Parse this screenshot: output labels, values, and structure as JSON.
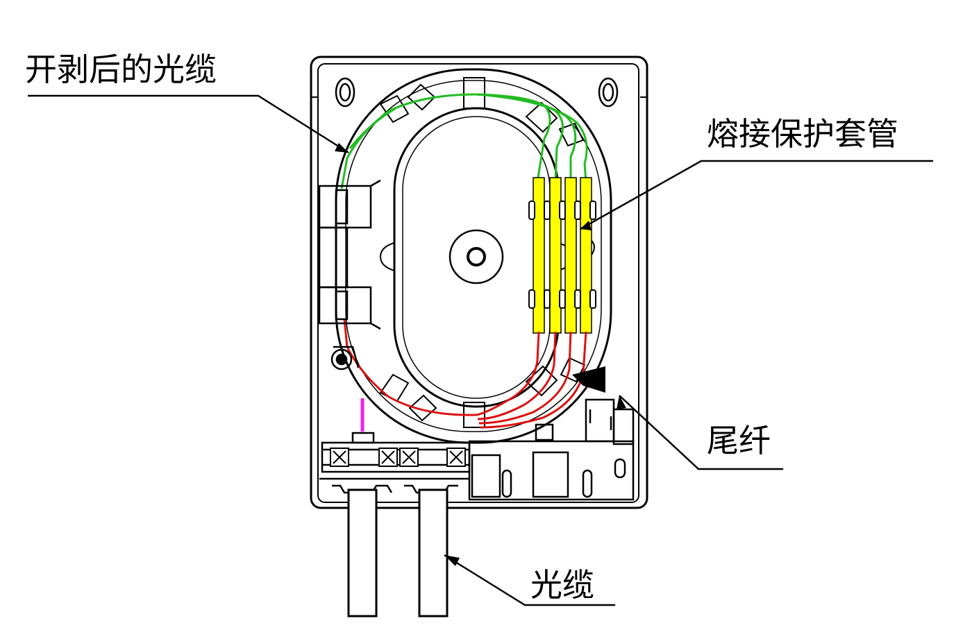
{
  "labels": {
    "stripped_cable": "开剥后的光缆",
    "splice_sleeve": "熔接保护套管",
    "pigtail": "尾纤",
    "optical_cable": "光缆"
  },
  "colors": {
    "line": "#000000",
    "fiber_green": "#22bb22",
    "fiber_red": "#dd1111",
    "sleeve_yellow": "#ffff00",
    "fiber_magenta": "#ee22ee",
    "background": "#ffffff"
  }
}
